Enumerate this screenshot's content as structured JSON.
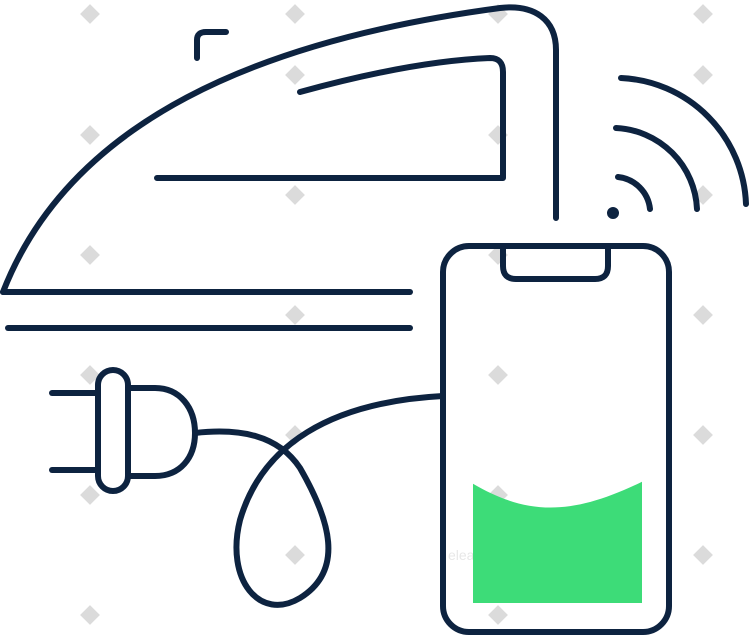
{
  "illustration": {
    "subject": "smart iron with smartphone",
    "line_color": "#0d2340",
    "battery_fill_color": "#3ddc78",
    "battery_level": 0.42,
    "signal_arcs": 3
  },
  "watermark": {
    "text": "elearning.market",
    "color": "#cfcfcf"
  }
}
